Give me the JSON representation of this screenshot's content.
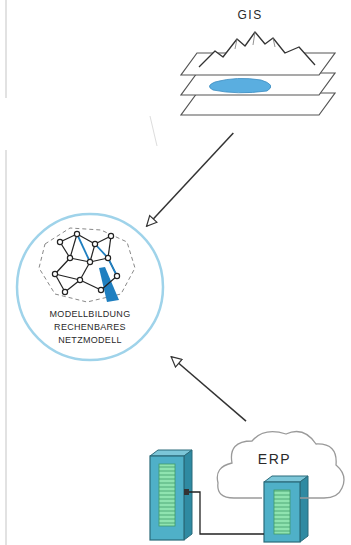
{
  "diagram": {
    "nodes": [
      {
        "text": [
          "GIS"
        ]
      },
      {
        "text": [
          "MODELLBILDUNG RECHENBARES NETZMODELL"
        ]
      },
      {
        "text": [
          "ERP"
        ]
      }
    ],
    "edges": [
      {
        "from": 0,
        "to": 1,
        "arrow": "to"
      },
      {
        "from": 2,
        "to": 1,
        "arrow": "to"
      }
    ]
  }
}
